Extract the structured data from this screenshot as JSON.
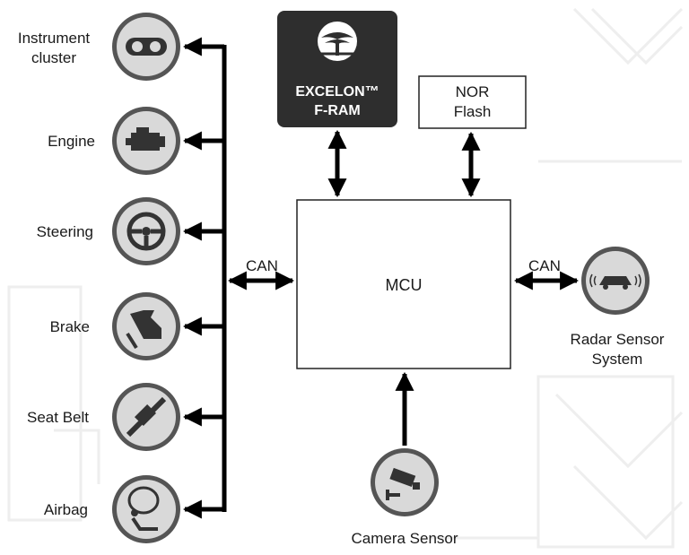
{
  "left_nodes": [
    {
      "label": "Instrument\ncluster",
      "icon": "instrument-cluster-icon"
    },
    {
      "label": "Engine",
      "icon": "engine-icon"
    },
    {
      "label": "Steering",
      "icon": "steering-wheel-icon"
    },
    {
      "label": "Brake",
      "icon": "brake-pedal-icon"
    },
    {
      "label": "Seat Belt",
      "icon": "seat-belt-icon"
    },
    {
      "label": "Airbag",
      "icon": "airbag-icon"
    }
  ],
  "bus_label_left": "CAN",
  "bus_label_right": "CAN",
  "mcu_label": "MCU",
  "fram_line1": "EXCELON™",
  "fram_line2": "F-RAM",
  "nor_line1": "NOR",
  "nor_line2": "Flash",
  "radar_label": "Radar Sensor\nSystem",
  "camera_label": "Camera Sensor",
  "colors": {
    "line": "#000000",
    "icon_fill": "#d9d9d9",
    "icon_ring": "#555555",
    "dark_box": "#2e2e2e",
    "watermark": "#eeeeee"
  }
}
